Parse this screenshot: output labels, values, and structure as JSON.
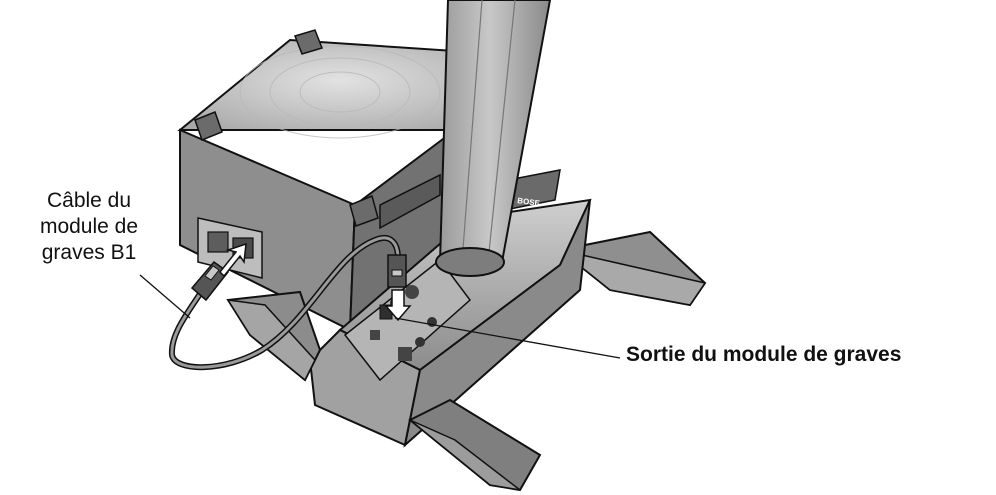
{
  "callouts": {
    "bass_cable": {
      "lines": [
        "Câble du",
        "module de",
        "graves B1"
      ]
    },
    "bass_output": {
      "text": "Sortie du module de graves"
    }
  },
  "brand_mark": "BOSE",
  "colors": {
    "ink": "#111111",
    "body_dark": "#7a7a7a",
    "body_mid": "#9c9c9c",
    "body_light": "#c9c9c9",
    "body_face": "#d6d6d6",
    "cable": "#8a8a8a",
    "arrow": "#ffffff"
  }
}
